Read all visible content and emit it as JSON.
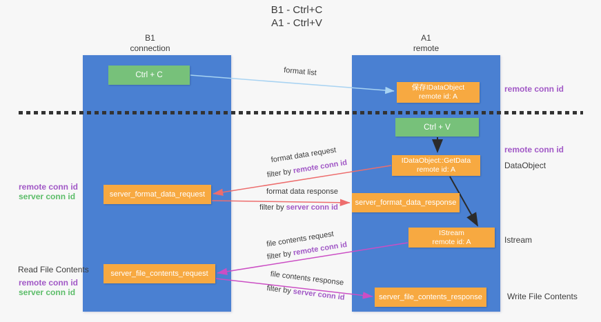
{
  "title": {
    "line1": "B1 - Ctrl+C",
    "line2": "A1 - Ctrl+V"
  },
  "lanes": {
    "left": {
      "title": "B1",
      "subtitle": "connection"
    },
    "right": {
      "title": "A1",
      "subtitle": "remote"
    }
  },
  "boxes": {
    "ctrl_c": {
      "label": "Ctrl + C"
    },
    "save_dataobject": {
      "line1": "保存IDataObject",
      "line2": "remote id: A"
    },
    "ctrl_v": {
      "label": "Ctrl + V"
    },
    "getdata": {
      "line1": "IDataObject::GetData",
      "line2": "remote id: A"
    },
    "format_request": {
      "label": "server_format_data_request"
    },
    "format_response": {
      "label": "server_format_data_response"
    },
    "istream": {
      "line1": "IStream",
      "line2": "remote id: A"
    },
    "file_request": {
      "label": "server_file_contents_request"
    },
    "file_response": {
      "label": "server_file_contents_response"
    }
  },
  "arrows": {
    "format_list": {
      "label": "format list"
    },
    "format_request": {
      "label": "format data request",
      "filter_prefix": "filter by ",
      "filter_id": "remote conn id"
    },
    "format_response": {
      "label": "format data response",
      "filter_prefix": "filter by ",
      "filter_id": "server conn id"
    },
    "file_request": {
      "label": "file contents request",
      "filter_prefix": "filter by ",
      "filter_id": "remote conn id"
    },
    "file_response": {
      "label": "file contents response",
      "filter_prefix": "filter by ",
      "filter_id": "server conn id"
    }
  },
  "annotations": {
    "right_remote_conn_id_1": "remote conn id",
    "right_remote_conn_id_2": "remote conn id",
    "dataobject": "DataObject",
    "istream": "Istream",
    "write_file_contents": "Write File Contents",
    "left_remote_conn_id_1": "remote conn id",
    "left_server_conn_id_1": "server conn id",
    "read_file_contents": "Read File Contents",
    "left_remote_conn_id_2": "remote conn id",
    "left_server_conn_id_2": "server conn id"
  },
  "colors": {
    "lane_blue": "#4a80d2",
    "box_orange": "#f7a941",
    "box_green": "#77c17a",
    "arrow_light_blue": "#a8d3f2",
    "arrow_red": "#ed6d6d",
    "arrow_magenta": "#cb4ec4",
    "arrow_black": "#2b2b2b",
    "id_purple": "#a158c6",
    "id_green": "#5cbd69",
    "background": "#f7f7f7",
    "text_dark": "#3b3b3b"
  }
}
